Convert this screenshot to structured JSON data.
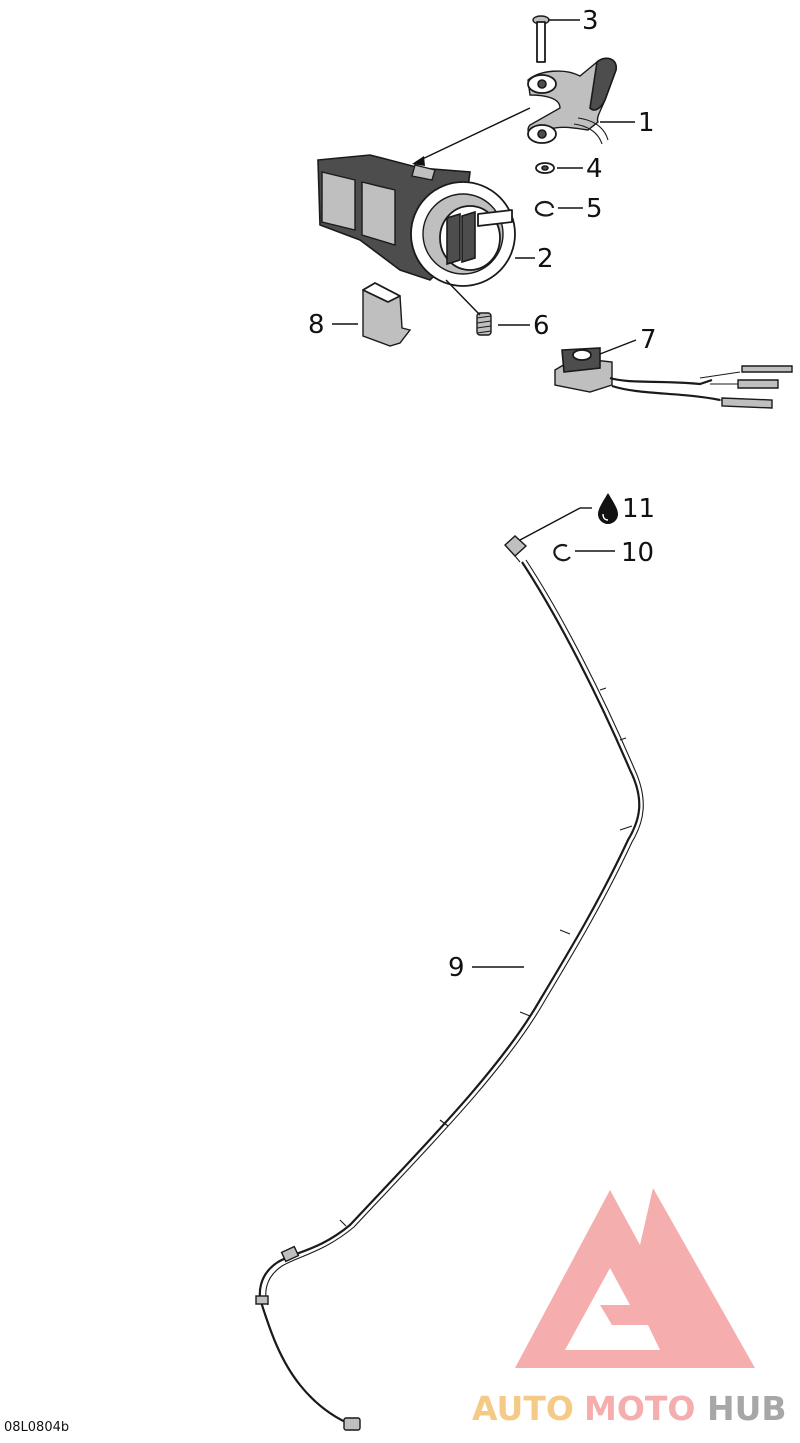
{
  "callouts": [
    "1",
    "2",
    "3",
    "4",
    "5",
    "6",
    "7",
    "8",
    "9",
    "10",
    "11"
  ],
  "reference_code": "08L0804b",
  "watermark": {
    "part1": "AUTO",
    "part2": "MOTO",
    "part3": "HUB",
    "colors": {
      "triangle": "#f4a5a5",
      "auto": "#f5c57a",
      "moto": "#f4a5a5",
      "hub": "#9e9e9e"
    }
  },
  "icons": {
    "lubricant": "oil-drop-icon"
  },
  "colors": {
    "ink": "#111111",
    "part_dark": "#4d4d4d",
    "part_mid": "#bfbfbf"
  }
}
